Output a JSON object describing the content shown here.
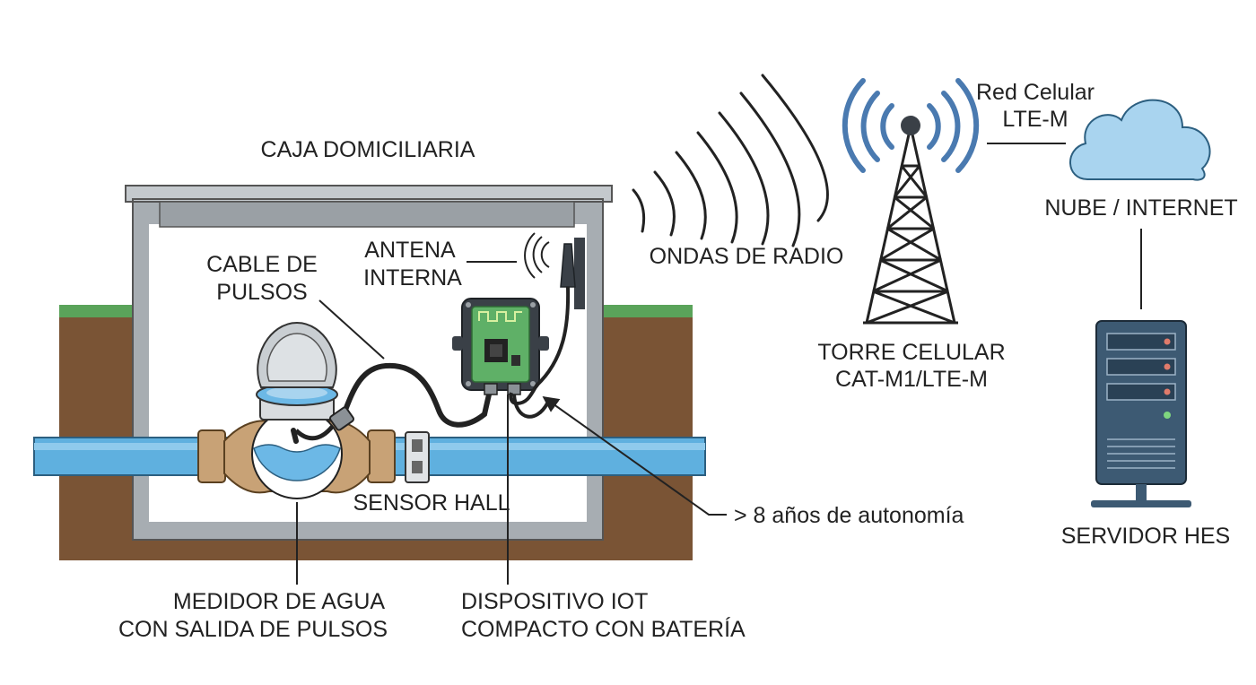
{
  "colors": {
    "soil": "#7a5435",
    "grass": "#5aa35a",
    "pipe": "#5fb0df",
    "water": "#6cb8e6",
    "box_frame": "#a7adb2",
    "box_lid": "#bfc4c8",
    "brass": "#c8a276",
    "pcb": "#5fb067",
    "enclosure": "#3a4047",
    "wave_blue": "#4a7ab0",
    "cloud": "#a9d4ef",
    "server": "#3d5a73",
    "line": "#222222"
  },
  "labels": {
    "caja": "CAJA DOMICILIARIA",
    "cable_1": "CABLE DE",
    "cable_2": "PULSOS",
    "antena_1": "ANTENA",
    "antena_2": "INTERNA",
    "ondas": "ONDAS DE RADIO",
    "red_1": "Red Celular",
    "red_2": "LTE-M",
    "nube": "NUBE / INTERNET",
    "torre_1": "TORRE CELULAR",
    "torre_2": "CAT-M1/LTE-M",
    "sensor": "SENSOR HALL",
    "autonomia": "> 8 años de autonomía",
    "servidor": "SERVIDOR HES",
    "medidor_1": "MEDIDOR DE AGUA",
    "medidor_2": "CON SALIDA DE PULSOS",
    "dispositivo_1": "DISPOSITIVO IOT",
    "dispositivo_2": "COMPACTO CON BATERÍA"
  },
  "icons": {
    "meter": "water-meter-icon",
    "device": "iot-device-icon",
    "tower": "cell-tower-icon",
    "cloud": "cloud-icon",
    "server": "server-icon",
    "antenna": "antenna-icon"
  }
}
